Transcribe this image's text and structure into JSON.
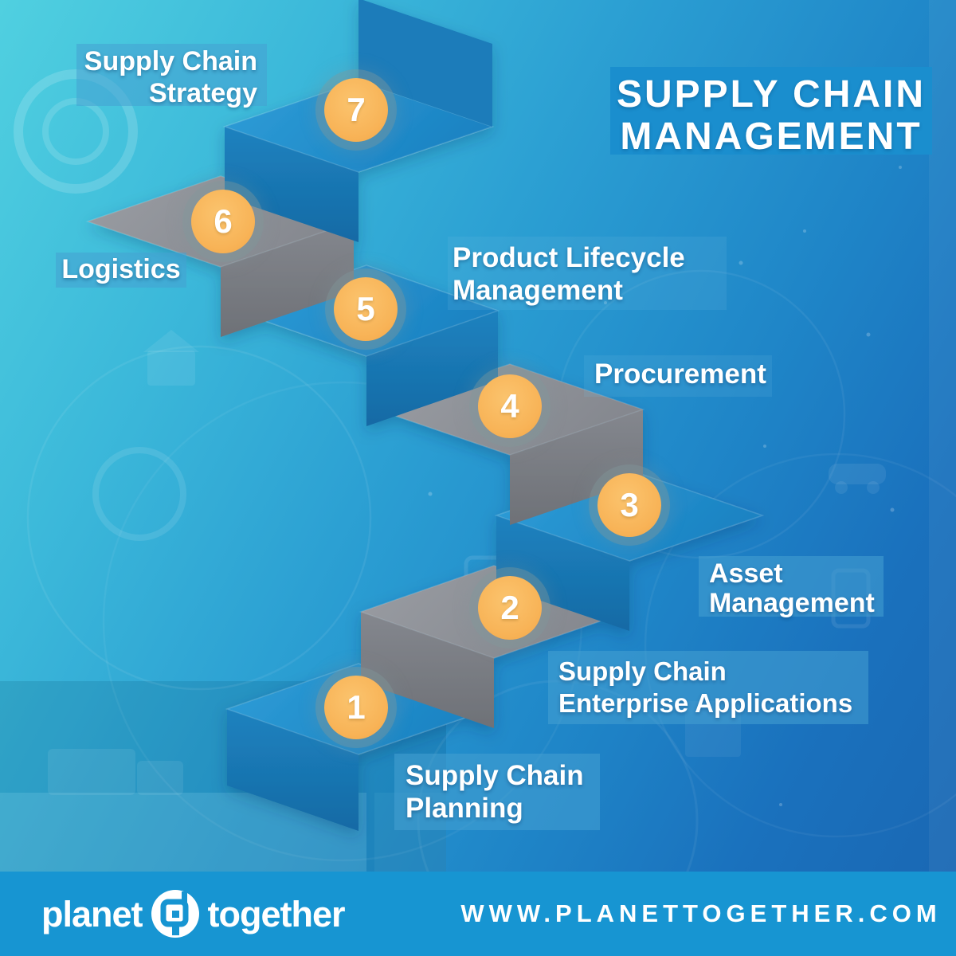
{
  "title": {
    "lines": [
      "SUPPLY CHAIN",
      "MANAGEMENT"
    ]
  },
  "steps": [
    {
      "number": "1",
      "label": "Supply Chain Planning",
      "label_lines": [
        "Supply Chain",
        "Planning"
      ],
      "top_color": "blue"
    },
    {
      "number": "2",
      "label": "Supply Chain Enterprise Applications",
      "label_lines": [
        "Supply Chain",
        "Enterprise Applications"
      ],
      "top_color": "gray"
    },
    {
      "number": "3",
      "label": "Asset Management",
      "label_lines": [
        "Asset",
        "Management"
      ],
      "top_color": "blue"
    },
    {
      "number": "4",
      "label": "Procurement",
      "label_lines": [
        "Procurement"
      ],
      "top_color": "gray"
    },
    {
      "number": "5",
      "label": "Product Lifecycle Management",
      "label_lines": [
        "Product Lifecycle",
        "Management"
      ],
      "top_color": "blue"
    },
    {
      "number": "6",
      "label": "Logistics",
      "label_lines": [
        "Logistics"
      ],
      "top_color": "gray"
    },
    {
      "number": "7",
      "label": "Supply Chain Strategy",
      "label_lines": [
        "Supply Chain",
        "Strategy"
      ],
      "top_color": "blue"
    }
  ],
  "footer": {
    "logo": {
      "word1": "planet",
      "word2": "together"
    },
    "website": "WWW.PLANETTOGETHER.COM"
  },
  "colors": {
    "background_top_left": "#50d0e0",
    "background_bottom_right": "#1a66b2",
    "step_blue_top": "#2796d3",
    "step_blue_front": "#1877b5",
    "step_gray_top": "#92959b",
    "step_gray_front": "#7b7e85",
    "circle_orange": "#f8b458",
    "label_box": "rgba(70,160,210,0.55)",
    "title_box": "#1a8ece",
    "footer_bar": "#1795d2",
    "text": "#ffffff"
  }
}
